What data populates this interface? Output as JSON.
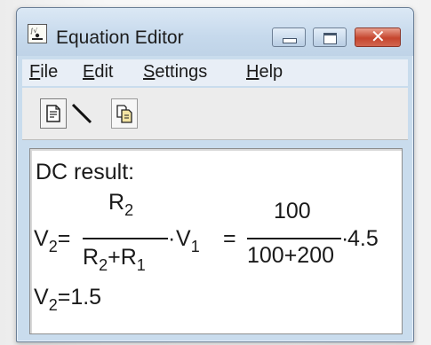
{
  "window": {
    "title": "Equation Editor",
    "close_glyph": "✕"
  },
  "menu": {
    "file": {
      "accel": "F",
      "rest": "ile"
    },
    "edit": {
      "accel": "E",
      "rest": "dit"
    },
    "settings": {
      "accel": "S",
      "rest": "ettings"
    },
    "help": {
      "accel": "H",
      "rest": "elp"
    }
  },
  "toolbar": {
    "icons": [
      "document-edit-icon",
      "pen-icon",
      "copy-icon"
    ]
  },
  "equation": {
    "heading": "DC result:",
    "lhs1": {
      "base": "V",
      "sub": "2",
      "eq": "="
    },
    "frac1": {
      "num": {
        "base": "R",
        "sub": "2"
      },
      "den": {
        "a_base": "R",
        "a_sub": "2",
        "plus": "+",
        "b_base": "R",
        "b_sub": "1"
      }
    },
    "dot1": "·",
    "term1": {
      "base": "V",
      "sub": "1"
    },
    "eq2": "=",
    "frac2": {
      "num": "100",
      "den": "100+200"
    },
    "dot2": "·",
    "factor": "4.5",
    "result": {
      "base": "V",
      "sub": "2",
      "eq": "=",
      "value": "1.5"
    }
  },
  "colors": {
    "window_frame": "#c9dced",
    "close_button": "#c5452e",
    "menu_bg": "#e8eef6",
    "content_bg": "#ffffff"
  }
}
